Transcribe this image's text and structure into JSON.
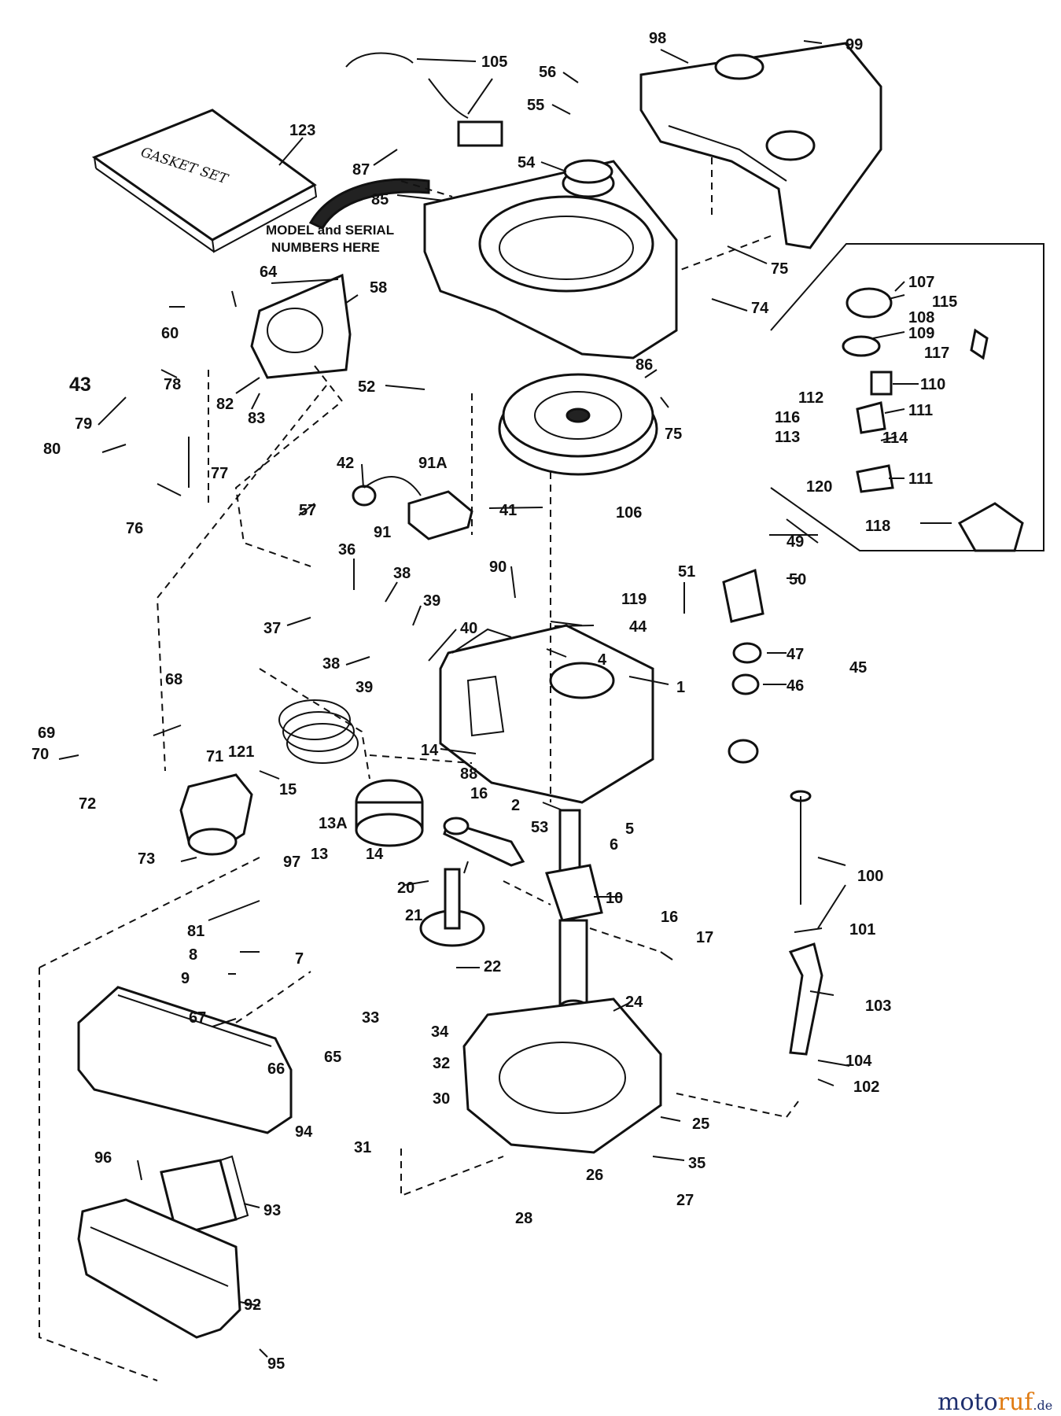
{
  "gasket_set_label": "GASKET SET",
  "model_note": {
    "line1": "MODEL and SERIAL",
    "line2": "NUMBERS HERE"
  },
  "watermark": {
    "part1": "moto",
    "part2": "ruf",
    "part3": ".de"
  },
  "callouts": [
    "1",
    "2",
    "4",
    "5",
    "6",
    "7",
    "8",
    "9",
    "10",
    "13",
    "13A",
    "14",
    "14",
    "15",
    "16",
    "16",
    "17",
    "20",
    "21",
    "22",
    "24",
    "25",
    "26",
    "27",
    "28",
    "30",
    "31",
    "32",
    "33",
    "34",
    "35",
    "36",
    "37",
    "38",
    "38",
    "39",
    "39",
    "40",
    "41",
    "42",
    "43",
    "44",
    "45",
    "46",
    "47",
    "49",
    "50",
    "51",
    "52",
    "53",
    "54",
    "55",
    "56",
    "57",
    "58",
    "60",
    "64",
    "65",
    "66",
    "67",
    "68",
    "69",
    "70",
    "71",
    "72",
    "73",
    "74",
    "75",
    "75",
    "76",
    "77",
    "78",
    "79",
    "80",
    "81",
    "82",
    "83",
    "85",
    "86",
    "87",
    "88",
    "90",
    "91",
    "91A",
    "92",
    "93",
    "94",
    "95",
    "96",
    "97",
    "98",
    "99",
    "100",
    "101",
    "102",
    "103",
    "104",
    "105",
    "106",
    "107",
    "108",
    "109",
    "110",
    "111",
    "111",
    "112",
    "113",
    "114",
    "115",
    "116",
    "117",
    "118",
    "119",
    "120",
    "121",
    "123"
  ]
}
